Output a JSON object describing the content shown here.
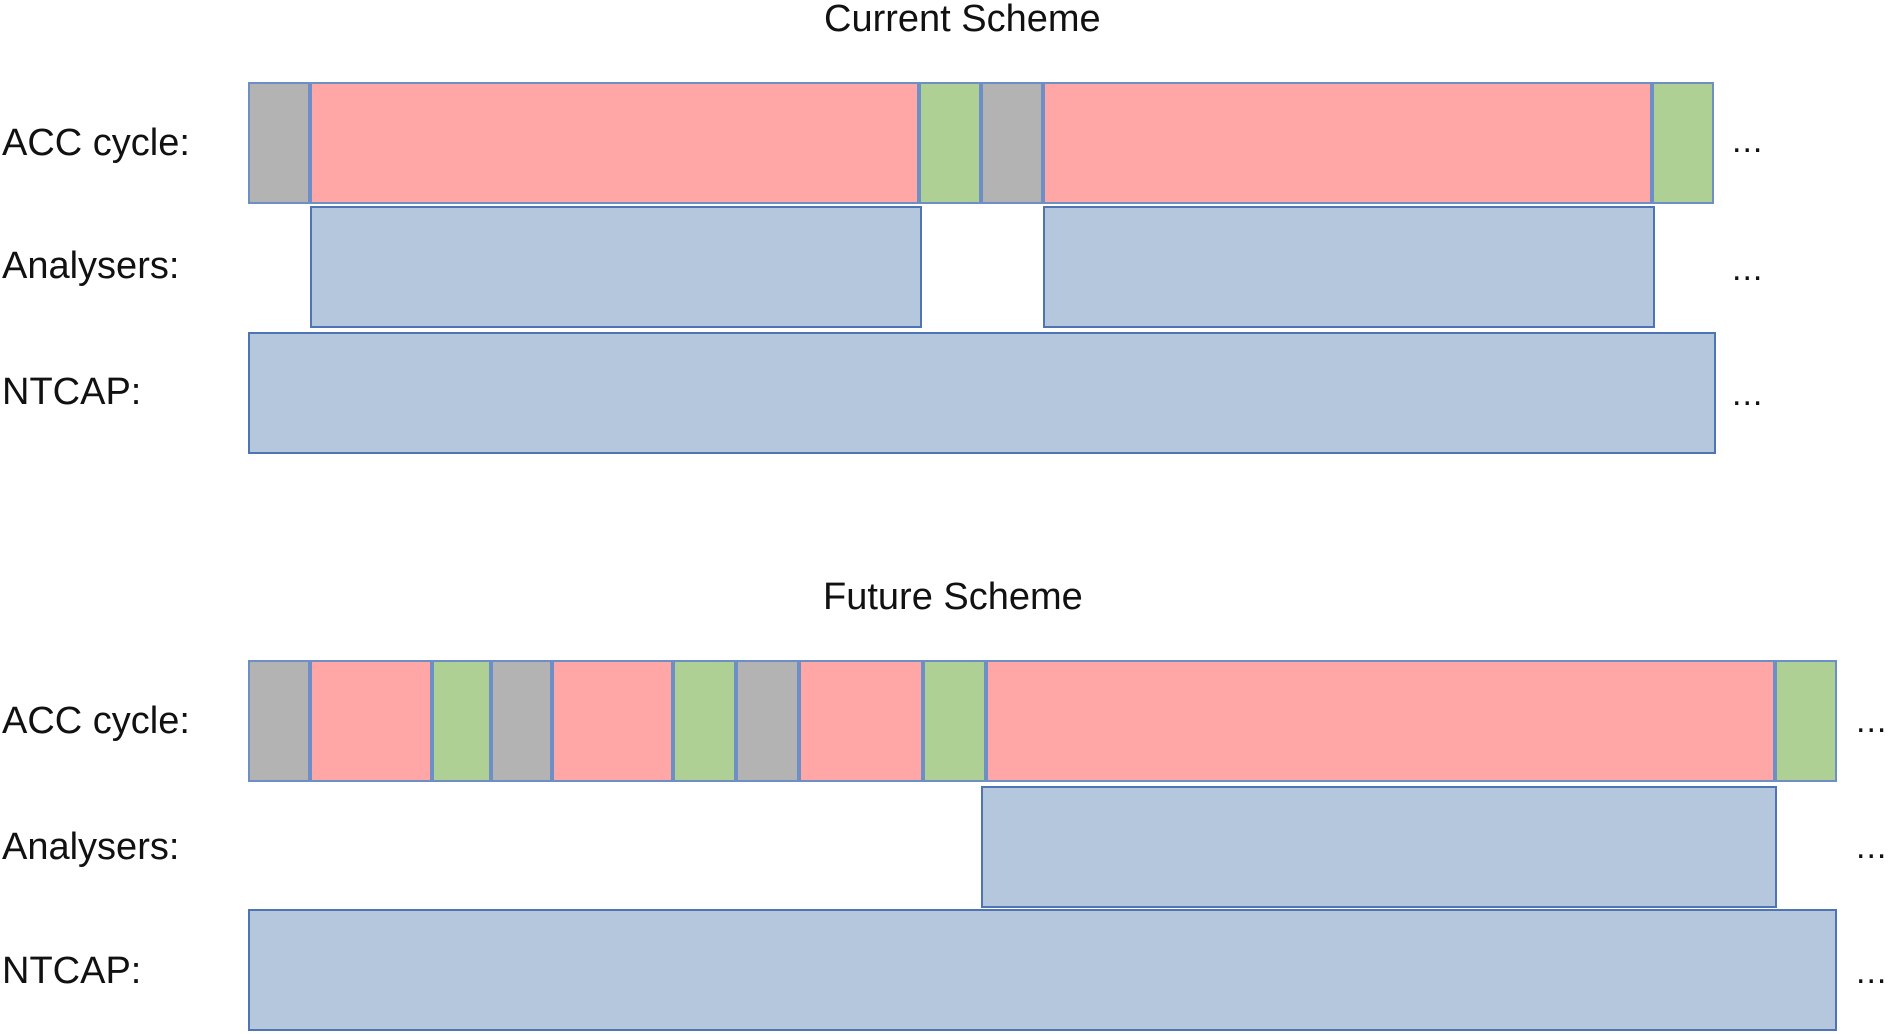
{
  "colors": {
    "setup": "#b3b3b3",
    "accumulation": "#ffa6a6",
    "readout": "#afd095",
    "busy": "#b4c7dc",
    "border": "#6d8fc6"
  },
  "schemes": [
    {
      "title": "Current Scheme",
      "rows": [
        {
          "label": "ACC cycle:",
          "ellipsis": "...",
          "segments": [
            "setup",
            "accumulation",
            "readout",
            "setup",
            "accumulation",
            "readout"
          ]
        },
        {
          "label": "Analysers:",
          "ellipsis": "...",
          "segments": [
            "busy",
            "busy"
          ]
        },
        {
          "label": "NTCAP:",
          "ellipsis": "...",
          "segments": [
            "busy"
          ]
        }
      ]
    },
    {
      "title": "Future Scheme",
      "rows": [
        {
          "label": "ACC cycle:",
          "ellipsis": "...",
          "segments": [
            "setup",
            "accumulation",
            "readout",
            "setup",
            "accumulation",
            "readout",
            "setup",
            "accumulation",
            "readout",
            "accumulation",
            "readout"
          ]
        },
        {
          "label": "Analysers:",
          "ellipsis": "...",
          "segments": [
            "busy"
          ]
        },
        {
          "label": "NTCAP:",
          "ellipsis": "...",
          "segments": [
            "busy"
          ]
        }
      ]
    }
  ]
}
